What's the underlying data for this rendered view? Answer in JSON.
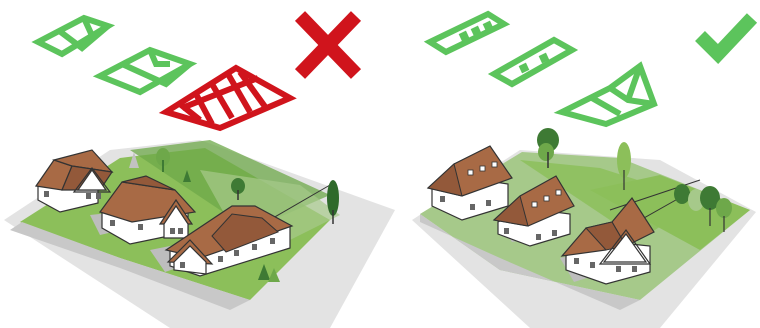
{
  "panels": [
    {
      "verdict": "incorrect",
      "verdict_icon": "x-mark-icon",
      "verdict_color": "#d0141c",
      "roof_icons": [
        "gable-roof-icon",
        "gable-roof-icon",
        "elongated-truss-roof-icon"
      ],
      "roof_colors": [
        "#5cc45c",
        "#5cc45c",
        "#d0141c"
      ],
      "houses": [
        "cross-gable-house",
        "hip-gable-house",
        "long-wing-house"
      ]
    },
    {
      "verdict": "correct",
      "verdict_icon": "check-mark-icon",
      "verdict_color": "#5cc45c",
      "roof_icons": [
        "dormer-roof-icon",
        "dormer-roof-icon",
        "cross-gable-roof-icon"
      ],
      "roof_colors": [
        "#5cc45c",
        "#5cc45c",
        "#5cc45c"
      ],
      "houses": [
        "dormer-house",
        "dormer-house",
        "cross-gable-house"
      ]
    }
  ],
  "colors": {
    "roof": "#a86a45",
    "wall": "#ffffff",
    "lawn": "#8cbf5a",
    "lawn_dark": "#6ea84a",
    "pavement": "#bdbdbd",
    "shade": "#e0e0e0",
    "tree": "#3e7a34"
  }
}
